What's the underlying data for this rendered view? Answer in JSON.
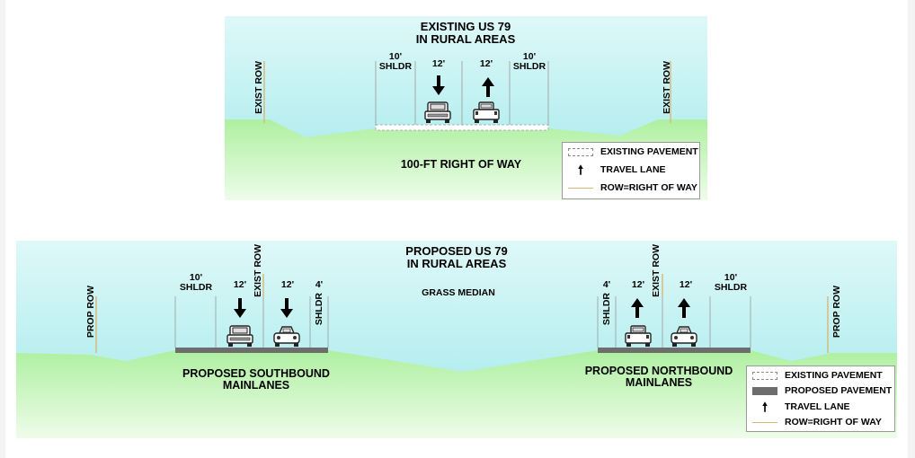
{
  "existing": {
    "title_line1": "EXISTING US 79",
    "title_line2": "IN RURAL AREAS",
    "left_row": "EXIST ROW",
    "right_row": "EXIST ROW",
    "shoulder_left_width": "10'",
    "shoulder_left_label": "SHLDR",
    "shoulder_right_width": "10'",
    "shoulder_right_label": "SHLDR",
    "lane_left_width": "12'",
    "lane_right_width": "12'",
    "row_width": "100-FT RIGHT OF WAY",
    "legend": {
      "existing_pavement": "EXISTING PAVEMENT",
      "travel_lane": "TRAVEL LANE",
      "row": "ROW=RIGHT OF WAY"
    }
  },
  "proposed": {
    "title_line1": "PROPOSED US 79",
    "title_line2": "IN RURAL AREAS",
    "left_prop_row": "PROP ROW",
    "right_prop_row": "PROP ROW",
    "sb_exist_row": "EXIST ROW",
    "nb_exist_row": "EXIST ROW",
    "median": "GRASS MEDIAN",
    "sb_outer_shoulder_width": "10'",
    "sb_outer_shoulder_label": "SHLDR",
    "sb_lane1_width": "12'",
    "sb_lane2_width": "12'",
    "sb_inner_shoulder_width": "4'",
    "sb_inner_shoulder_label": "SHLDR",
    "nb_inner_shoulder_width": "4'",
    "nb_inner_shoulder_label": "SHLDR",
    "nb_lane1_width": "12'",
    "nb_lane2_width": "12'",
    "nb_outer_shoulder_width": "10'",
    "nb_outer_shoulder_label": "SHLDR",
    "sb_caption_line1": "PROPOSED SOUTHBOUND",
    "sb_caption_line2": "MAINLANES",
    "nb_caption_line1": "PROPOSED NORTHBOUND",
    "nb_caption_line2": "MAINLANES",
    "legend": {
      "existing_pavement": "EXISTING PAVEMENT",
      "proposed_pavement": "PROPOSED PAVEMENT",
      "travel_lane": "TRAVEL LANE",
      "row": "ROW=RIGHT OF WAY"
    }
  },
  "colors": {
    "sky_top": "#dff8f8",
    "sky_bottom": "#9fe9ea",
    "grass_top": "#aef0a0",
    "grass_bottom": "#e9fbe4",
    "row_line": "#d9b676",
    "proposed_pavement": "#6d6d6d"
  }
}
